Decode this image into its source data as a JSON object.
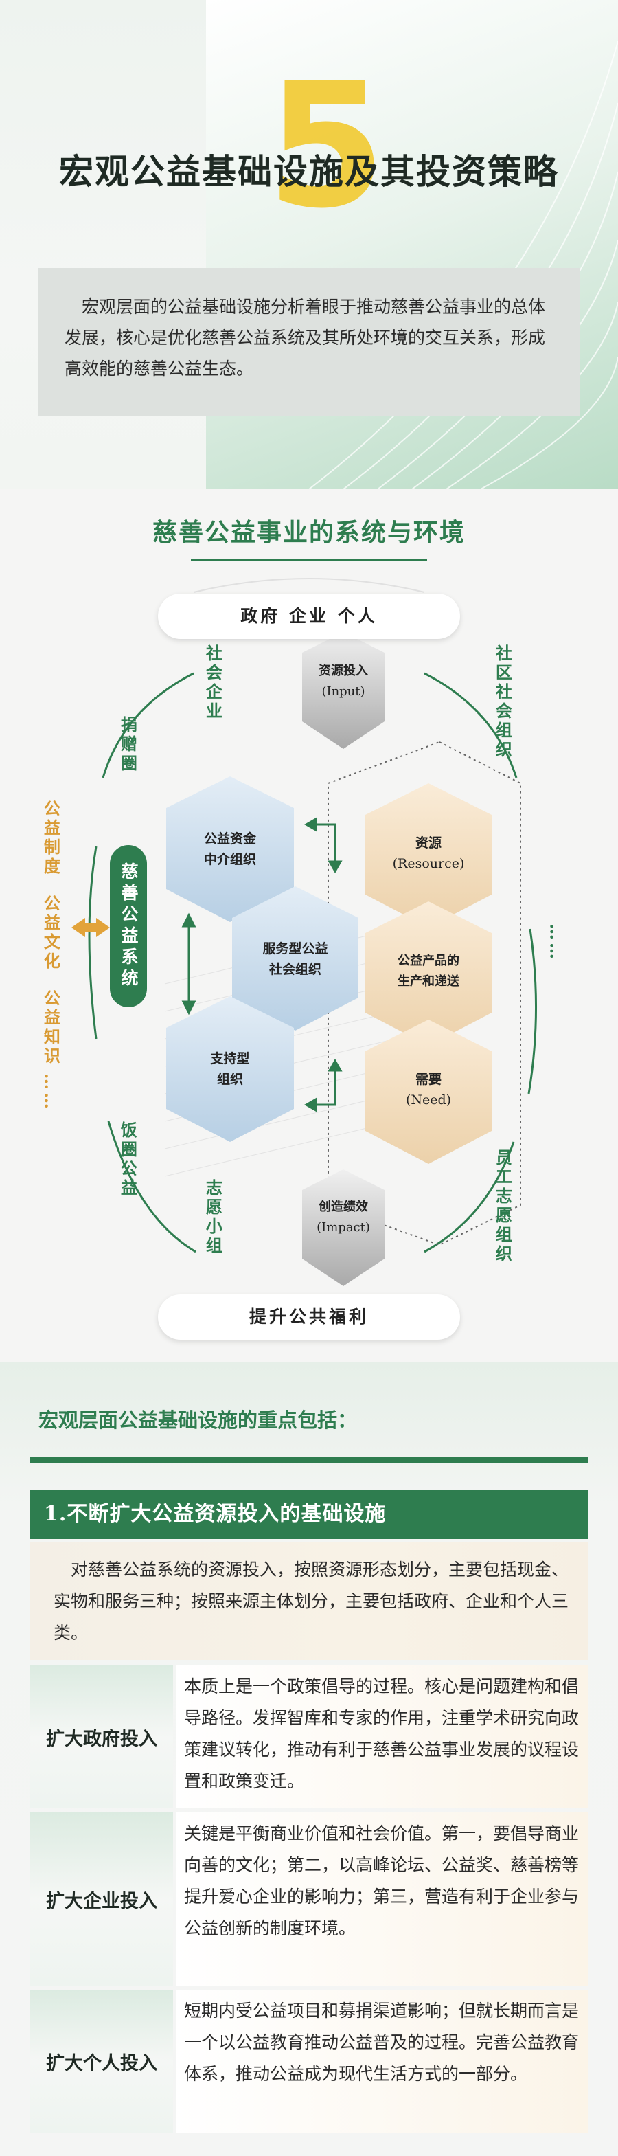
{
  "header": {
    "number": "5",
    "title": "宏观公益基础设施及其投资策略",
    "intro": "宏观层面的公益基础设施分析着眼于推动慈善公益事业的总体发展，核心是优化慈善公益系统及其所处环境的交互关系，形成高效能的慈善公益生态。"
  },
  "diagram": {
    "title": "慈善公益事业的系统与环境",
    "top_pill": "政府 企业 个人",
    "bottom_pill": "提升公共福利",
    "input": [
      "资源投入",
      "(Input)"
    ],
    "impact": [
      "创造绩效",
      "(Impact)"
    ],
    "left_labels": {
      "social_enterprise": "社会企业",
      "donation_circle": "捐赠圈",
      "rice_circle": "饭圈公益",
      "volunteer_group": "志愿小组"
    },
    "right_labels": {
      "community_org": "社区社会组织",
      "ellipsis": "……",
      "staff_volunteer": "员工志愿组织"
    },
    "environment_labels": {
      "system": "公益制度",
      "culture": "公益文化",
      "knowledge": "公益知识",
      "ellipsis": "……"
    },
    "system_label": "慈善公益系统",
    "org_hexes": {
      "fund_intermediary": [
        "公益资金",
        "中介组织"
      ],
      "service_org": [
        "服务型公益",
        "社会组织"
      ],
      "support_org": [
        "支持型",
        "组织"
      ]
    },
    "flow_hexes": {
      "resource": [
        "资源",
        "(Resource)"
      ],
      "product": [
        "公益产品的",
        "生产和递送"
      ],
      "need": [
        "需要",
        "(Need)"
      ]
    },
    "colors": {
      "green": "#2e7d4f",
      "blue_hex": "#c9dcec",
      "tan_hex": "#f2dcbd",
      "gray_hex": "#b8b8b8",
      "orange": "#d99a32"
    }
  },
  "points": {
    "heading": "宏观层面公益基础设施的重点包括：",
    "section_title": "1.不断扩大公益资源投入的基础设施",
    "section_intro": "对慈善公益系统的资源投入，按照资源形态划分，主要包括现金、实物和服务三种；按照来源主体划分，主要包括政府、企业和个人三类。",
    "items": [
      {
        "label": "扩大政府投入",
        "text": "本质上是一个政策倡导的过程。核心是问题建构和倡导路径。发挥智库和专家的作用，注重学术研究向政策建议转化，推动有利于慈善公益事业发展的议程设置和政策变迁。"
      },
      {
        "label": "扩大企业投入",
        "text": "关键是平衡商业价值和社会价值。第一，要倡导商业向善的文化；第二，以高峰论坛、公益奖、慈善榜等提升爱心企业的影响力；第三，营造有利于企业参与公益创新的制度环境。"
      },
      {
        "label": "扩大个人投入",
        "text": "短期内受公益项目和募捐渠道影响；但就长期而言是一个以公益教育推动公益普及的过程。完善公益教育体系，推动公益成为现代生活方式的一部分。"
      }
    ]
  }
}
